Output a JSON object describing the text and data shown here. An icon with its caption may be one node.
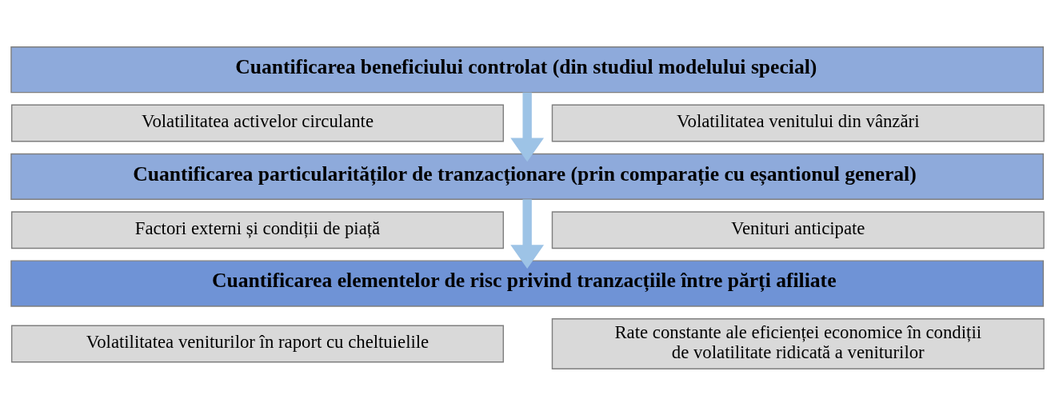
{
  "diagram": {
    "nodes": [
      {
        "text": [
          "Cuantificarea beneficiului controlat (din studiul modelului special)"
        ]
      },
      {
        "text": [
          "Volatilitatea activelor circulante"
        ]
      },
      {
        "text": [
          "Volatilitatea venitului din vânzări"
        ]
      },
      {
        "text": [
          "Cuantificarea particularităților de tranzacționare (prin comparație cu eșantionul general)"
        ]
      },
      {
        "text": [
          "Factori externi și condiții de piață"
        ]
      },
      {
        "text": [
          "Venituri anticipate"
        ]
      },
      {
        "text": [
          "Cuantificarea elementelor de risc privind tranzacțiile între părți afiliate"
        ]
      },
      {
        "text": [
          "Volatilitatea veniturilor în raport cu cheltuielile"
        ]
      },
      {
        "text": [
          "Rate constante ale eficienței economice în condiții de volatilitate ridicată a veniturilor"
        ]
      }
    ],
    "edges": [
      {
        "from": 0,
        "to": 3,
        "arrow": "to"
      },
      {
        "from": 3,
        "to": 6,
        "arrow": "to"
      }
    ]
  }
}
